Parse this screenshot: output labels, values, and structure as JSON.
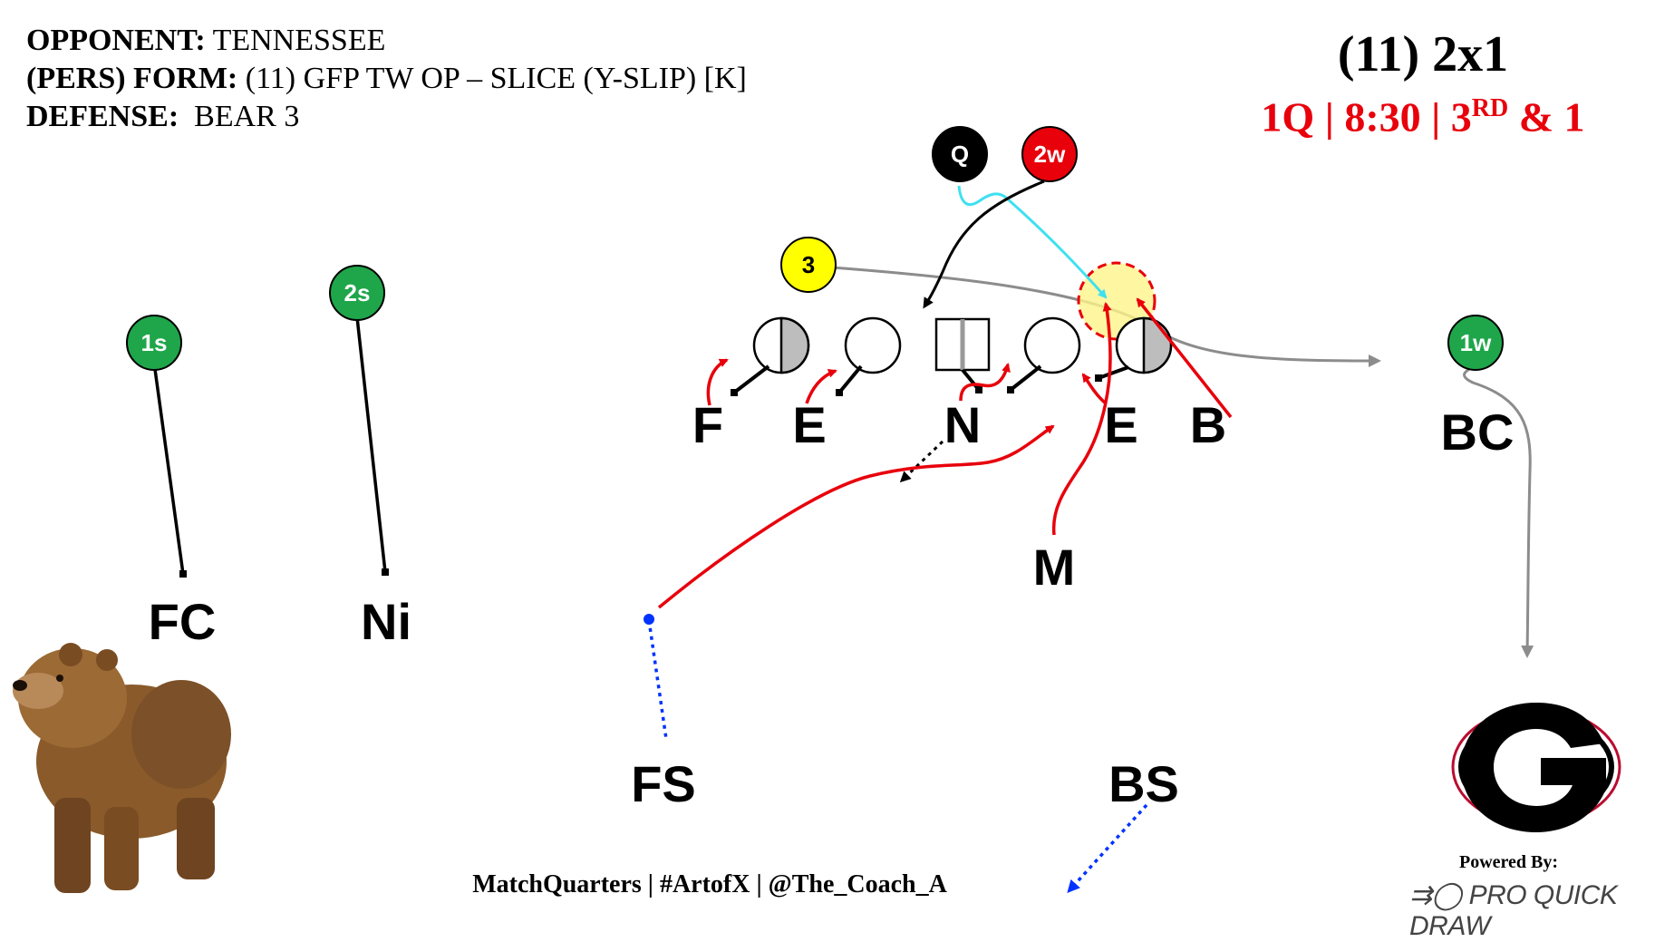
{
  "header": {
    "opponent_label": "OPPONENT:",
    "opponent_value": "TENNESSEE",
    "form_label": "(PERS) FORM:",
    "form_value": "(11) GFP TW OP – SLICE (Y-SLIP) [K]",
    "defense_label": "DEFENSE:",
    "defense_value": "BEAR 3"
  },
  "title": {
    "formation": "(11) 2x1",
    "situation_pre": "1Q | 8:30 | 3",
    "situation_sup": "RD",
    "situation_post": " & 1"
  },
  "offense": {
    "q": "Q",
    "w2": "2w",
    "y3": "3",
    "s1": "1s",
    "s2": "2s",
    "w1": "1w"
  },
  "defense_labels": {
    "f": "F",
    "e1": "E",
    "n": "N",
    "e2": "E",
    "b": "B",
    "bc": "BC",
    "m": "M",
    "fc": "FC",
    "ni": "Ni",
    "fs": "FS",
    "bs": "BS"
  },
  "footer": {
    "credit": "MatchQuarters | #ArtofX | @The_Coach_A",
    "powered_by": "Powered By:",
    "brand": "PRO QUICK DRAW"
  },
  "colors": {
    "offense_black": "#000000",
    "receiver_green": "#1fa64a",
    "tight_end_yellow": "#ffff00",
    "red": "#e8000b",
    "blue": "#0033ff",
    "cyan": "#3fe0f0",
    "gray": "#8c8c8c",
    "georgia_red": "#ba0c2f"
  },
  "logo_icon": "georgia-g-icon",
  "mascot_icon": "bear-icon"
}
